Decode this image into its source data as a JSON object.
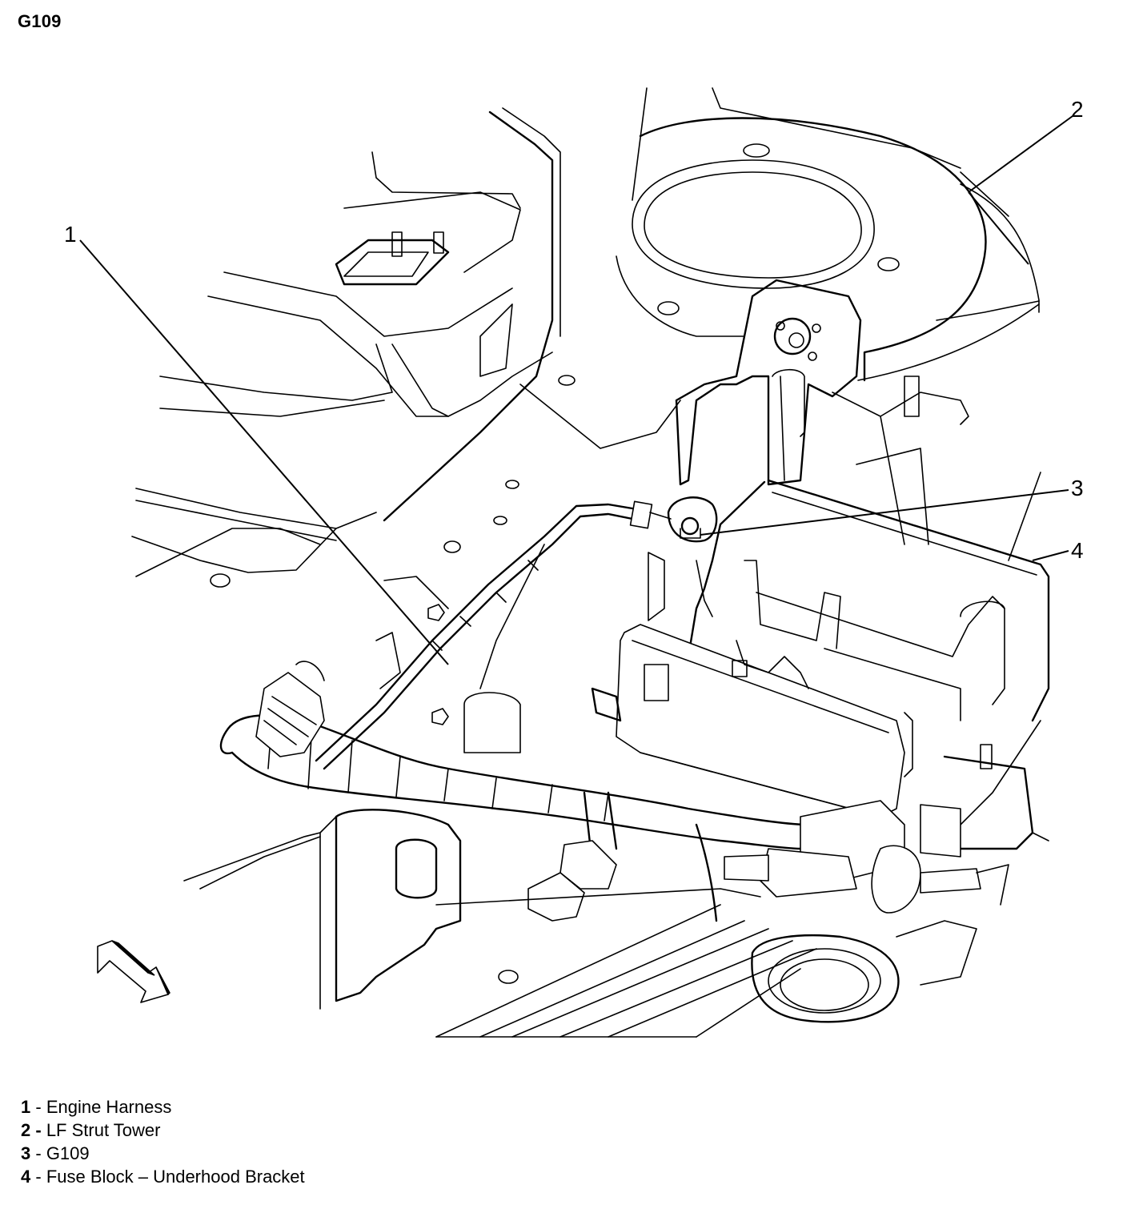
{
  "title": "G109",
  "callouts": [
    {
      "num": "1",
      "label": "Engine Harness"
    },
    {
      "num": "2",
      "label": "LF Strut Tower"
    },
    {
      "num": "3",
      "label": "G109"
    },
    {
      "num": "4",
      "label": "Fuse Block – Underhood Bracket"
    }
  ],
  "legend": [
    {
      "num": "1",
      "sep": " - ",
      "label": "Engine Harness"
    },
    {
      "num": "2 -",
      "sep": " ",
      "label": "LF Strut Tower"
    },
    {
      "num": "3",
      "sep": " - ",
      "label": "G109"
    },
    {
      "num": "4",
      "sep": " - ",
      "label": "Fuse Block – Underhood Bracket"
    }
  ],
  "icons": {
    "direction_arrow": "forward-arrow-icon"
  }
}
